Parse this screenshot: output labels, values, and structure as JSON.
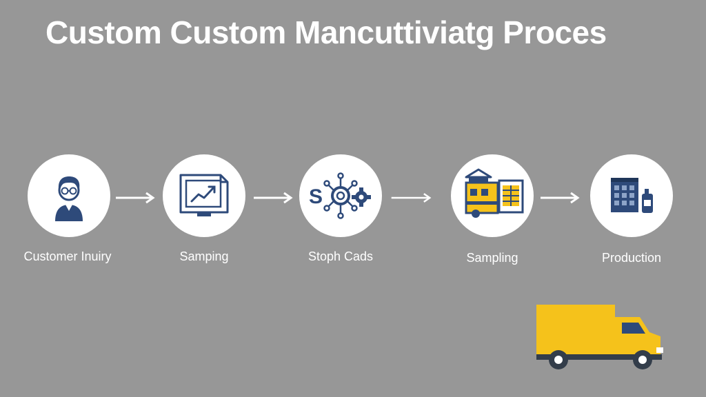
{
  "title": "Custom Custom Mancuttiviatg Proces",
  "steps": [
    {
      "label": "Customer Inuiry",
      "icon": "customer-icon"
    },
    {
      "label": "Samping",
      "icon": "monitor-chart-icon"
    },
    {
      "label": "Stoph Cads",
      "icon": "gears-network-icon"
    },
    {
      "label": "Sampling",
      "icon": "factory-icon"
    },
    {
      "label": "Production",
      "icon": "building-bottle-icon"
    }
  ],
  "colors": {
    "background": "#979797",
    "navy": "#2e4a7a",
    "yellow": "#f5c21b",
    "white": "#ffffff"
  },
  "decor": {
    "truck": "delivery-truck-icon"
  }
}
